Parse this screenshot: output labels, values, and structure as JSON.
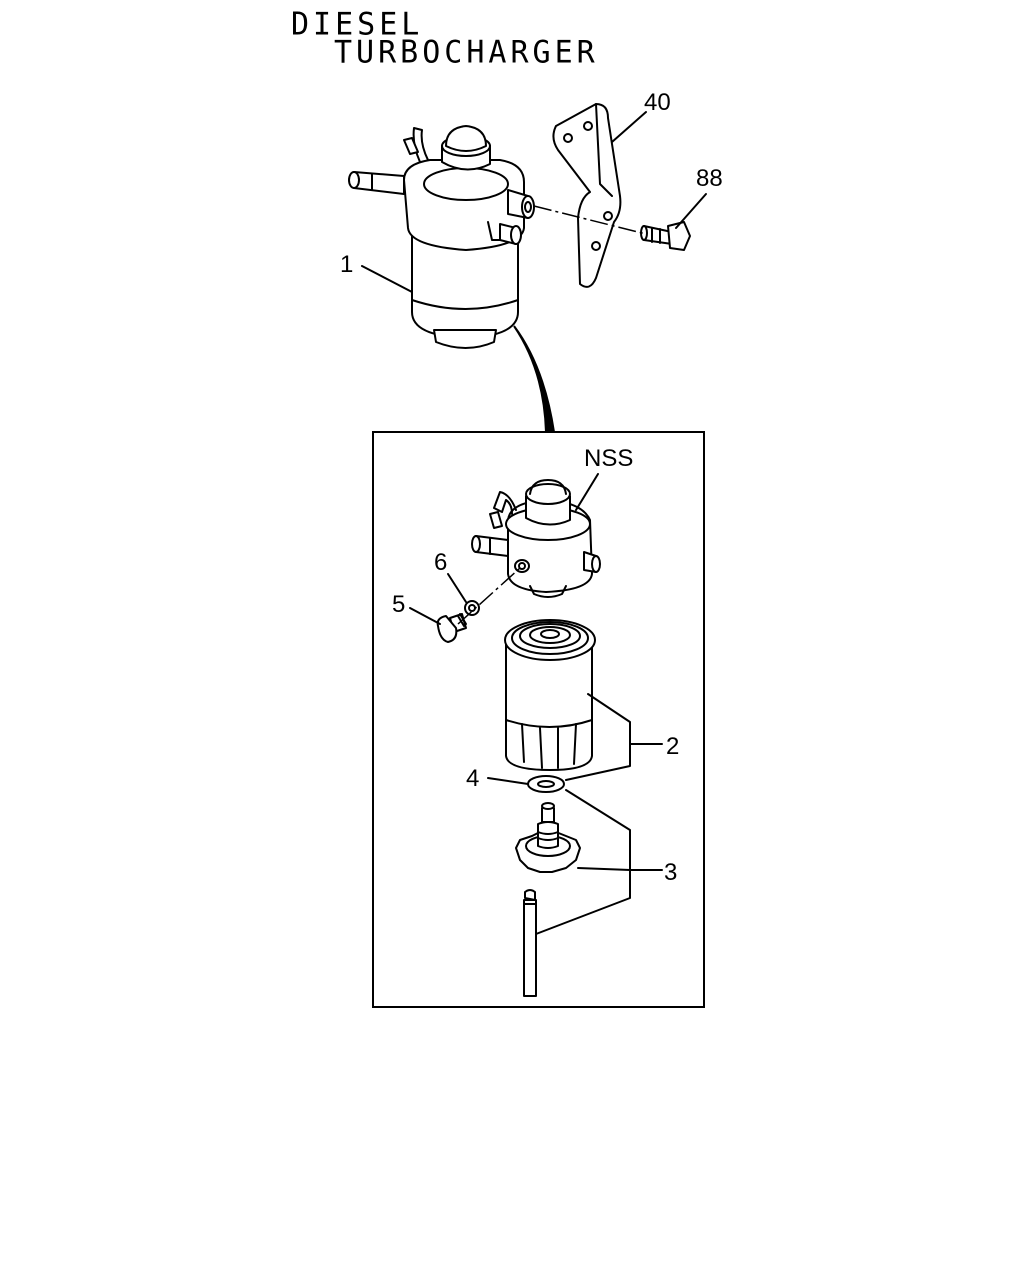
{
  "title": {
    "line1": "DIESEL",
    "line2": "TURBOCHARGER"
  },
  "callouts": {
    "filter_assembly": "1",
    "bracket": "40",
    "bolt": "88",
    "head": "NSS",
    "washer_small": "6",
    "plug": "5",
    "element": "2",
    "o_ring": "4",
    "drain_assembly": "3"
  }
}
